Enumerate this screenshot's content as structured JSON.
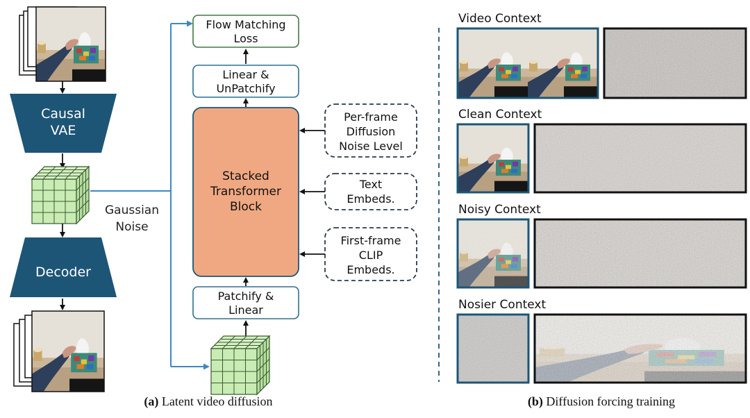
{
  "diagram": {
    "caption_left_bold": "(a)",
    "caption_left_text": " Latent video diffusion",
    "caption_right_bold": "(b)",
    "caption_right_text": " Diffusion forcing training",
    "vae_line1": "Causal",
    "vae_line2": "VAE",
    "decoder_label": "Decoder",
    "noise_line1": "Gaussian",
    "noise_line2": "Noise",
    "loss_line1": "Flow Matching",
    "loss_line2": "Loss",
    "linear_line1": "Linear &",
    "linear_line2": "UnPatchify",
    "transformer_line1": "Stacked",
    "transformer_line2": "Transformer",
    "transformer_line3": "Block",
    "patchify_line1": "Patchify  &",
    "patchify_line2": "Linear",
    "cond_noise_line1": "Per-frame",
    "cond_noise_line2": "Diffusion",
    "cond_noise_line3": "Noise Level",
    "cond_text_line1": "Text",
    "cond_text_line2": "Embeds.",
    "cond_clip_line1": "First-frame",
    "cond_clip_line2": "CLIP",
    "cond_clip_line3": "Embeds.",
    "ctx_video": "Video Context",
    "ctx_clean": "Clean Context",
    "ctx_noisy": "Noisy Context",
    "ctx_noisier": "Nosier Context"
  },
  "colors": {
    "navy": "#1d5577",
    "transformer_fill": "#f0a882",
    "transformer_stroke": "#1d5577",
    "cube_fill": "#c9ecb4",
    "cube_stroke": "#3a5a30",
    "box_stroke_blue": "#2e6f93",
    "box_stroke_green": "#3f7a43",
    "arrow": "#111111",
    "blue_line": "#3a8ac4"
  }
}
